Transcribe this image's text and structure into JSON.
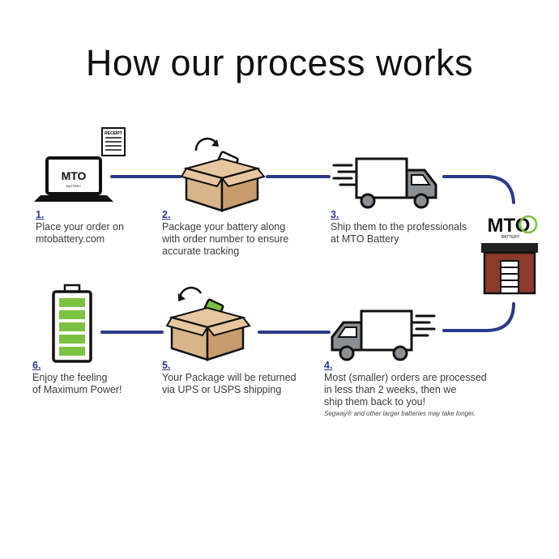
{
  "title": "How our process works",
  "brand": {
    "logo_text": "MTO",
    "logo_subtext": "BATTERY",
    "receipt_label": "RECEIPT"
  },
  "colors": {
    "connector": "#2b3a8a",
    "step_number": "#2b3a8a",
    "battery_green": "#7cc242",
    "box_tan": "#d8b48a",
    "building_brick": "#8b3a2b"
  },
  "steps": [
    {
      "number": "1.",
      "lines": [
        "Place your order on",
        "mtobattery.com"
      ],
      "icon": "laptop-icon"
    },
    {
      "number": "2.",
      "lines": [
        "Package your battery along",
        "with order number to ensure",
        "accurate tracking"
      ],
      "icon": "box-battery-icon"
    },
    {
      "number": "3.",
      "lines": [
        "Ship them to the professionals",
        "at MTO Battery"
      ],
      "icon": "truck-icon"
    },
    {
      "number": "4.",
      "lines": [
        "Most (smaller) orders are processed",
        "in less than 2 weeks, then we",
        "ship them back to you!"
      ],
      "note": "Segway® and other larger batteries may take longer.",
      "icon": "truck-return-icon"
    },
    {
      "number": "5.",
      "lines": [
        "Your Package will be returned",
        "via UPS or USPS shipping"
      ],
      "icon": "box-return-icon"
    },
    {
      "number": "6.",
      "lines": [
        "Enjoy the feeling",
        "of Maximum Power!"
      ],
      "icon": "full-battery-icon"
    }
  ]
}
